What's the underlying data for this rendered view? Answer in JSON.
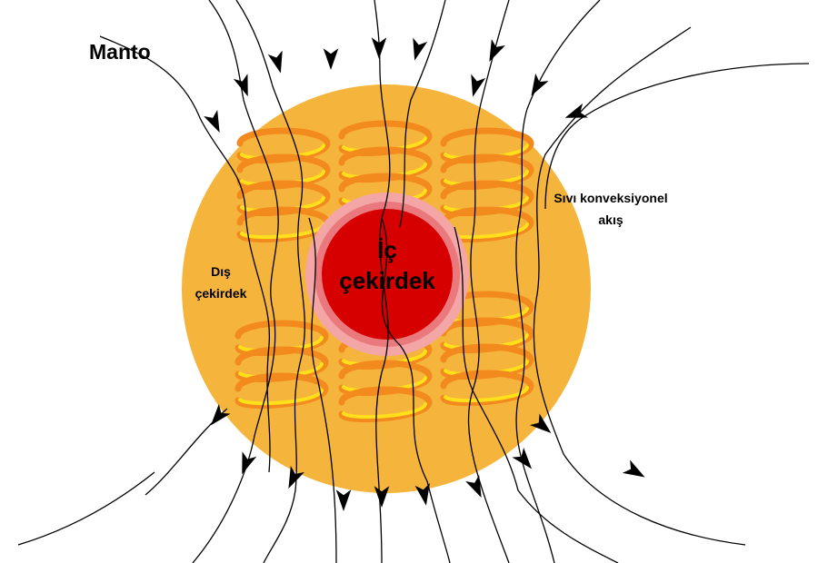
{
  "labels": {
    "mantle": "Manto",
    "flow_line1": "Sıvı konveksiyonel",
    "flow_line2": "akış",
    "outer_core_line1": "Dış",
    "outer_core_line2": "çekirdek",
    "inner_core_line1": "İç",
    "inner_core_line2": "çekirdek"
  },
  "colors": {
    "background": "#ffffff",
    "outer_core": "#f5b53c",
    "inner_core": "#d60000",
    "inner_core_halo": "#f4a6a6",
    "inner_core_ring": "#e9797c",
    "coil_front": "#ffe01a",
    "coil_back": "#f28a1e",
    "field_lines": "#000000"
  }
}
